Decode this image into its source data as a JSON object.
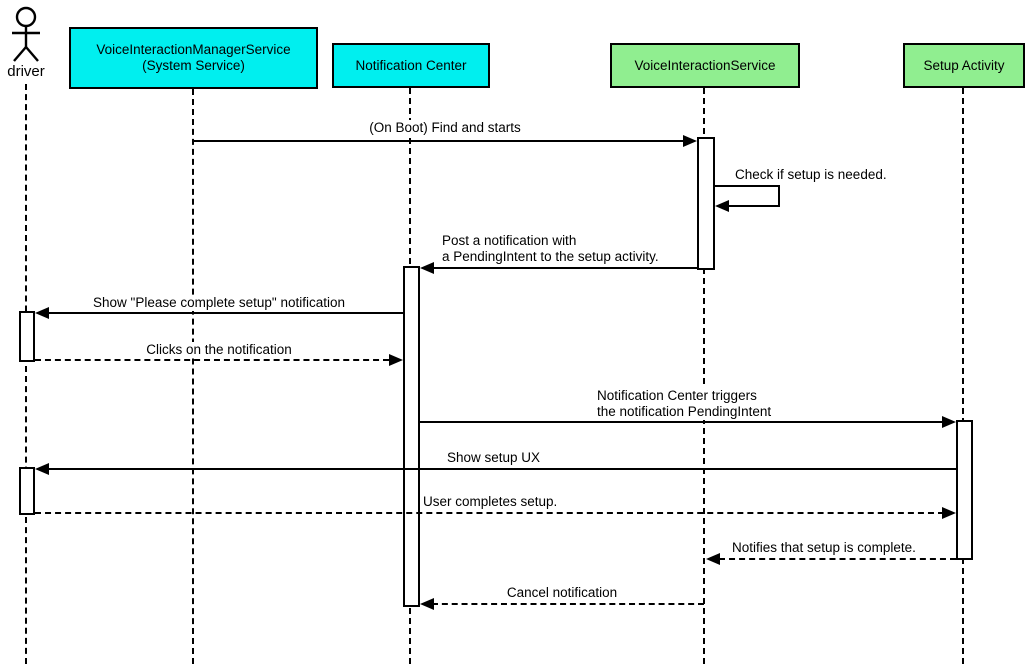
{
  "diagram": {
    "type": "uml-sequence-diagram",
    "actor": {
      "label": "driver"
    },
    "participants": [
      {
        "label": "VoiceInteractionManagerService\n(System Service)",
        "color": "#00efef"
      },
      {
        "label": "Notification Center",
        "color": "#00efef"
      },
      {
        "label": "VoiceInteractionService",
        "color": "#90ee90"
      },
      {
        "label": "Setup Activity",
        "color": "#90ee90"
      }
    ],
    "colors": {
      "system_service_fill": "#00efef",
      "app_component_fill": "#90ee90",
      "line": "#000000",
      "background": "#ffffff"
    },
    "messages": [
      {
        "text": "(On Boot) Find and starts",
        "from": "VoiceInteractionManagerService (System Service)",
        "to": "VoiceInteractionService",
        "line": "solid"
      },
      {
        "text": "Check if setup is needed.",
        "from": "VoiceInteractionService",
        "to": "VoiceInteractionService",
        "line": "solid"
      },
      {
        "text": "Post a notification with\na PendingIntent to the setup activity.",
        "from": "VoiceInteractionService",
        "to": "Notification Center",
        "line": "solid"
      },
      {
        "text": "Show \"Please complete setup\" notification",
        "from": "Notification Center",
        "to": "driver",
        "line": "solid"
      },
      {
        "text": "Clicks on the notification",
        "from": "driver",
        "to": "Notification Center",
        "line": "dashed"
      },
      {
        "text": "Notification Center triggers\nthe notification PendingIntent",
        "from": "Notification Center",
        "to": "Setup Activity",
        "line": "solid"
      },
      {
        "text": "Show setup UX",
        "from": "Setup Activity",
        "to": "driver",
        "line": "solid"
      },
      {
        "text": "User completes setup.",
        "from": "driver",
        "to": "Setup Activity",
        "line": "dashed"
      },
      {
        "text": "Notifies that setup is complete.",
        "from": "Setup Activity",
        "to": "VoiceInteractionService",
        "line": "dashed"
      },
      {
        "text": "Cancel notification",
        "from": "VoiceInteractionService",
        "to": "Notification Center",
        "line": "dashed"
      }
    ]
  }
}
